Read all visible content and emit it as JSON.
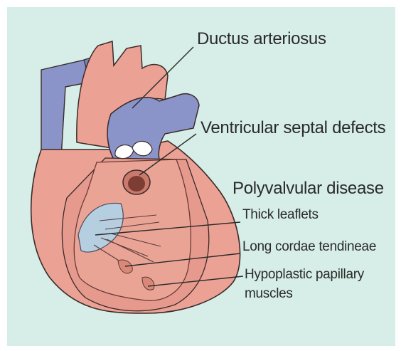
{
  "colors": {
    "background": "#d6eee7",
    "heart_pink": "#eba294",
    "heart_dark": "#d8877a",
    "vessel_blue": "#8b94c8",
    "leaflet_blue": "#b5cfe0",
    "outline": "#3a2a2a"
  },
  "labels": {
    "ductus_arteriosus": "Ductus arteriosus",
    "ventricular_septal_defects": "Ventricular septal defects",
    "polyvalvular_disease": "Polyvalvular disease",
    "thick_leaflets": "Thick leaflets",
    "long_cordae_tendineae": "Long cordae tendineae",
    "hypoplastic_line1": "Hypoplastic papillary",
    "hypoplastic_line2": "muscles"
  }
}
